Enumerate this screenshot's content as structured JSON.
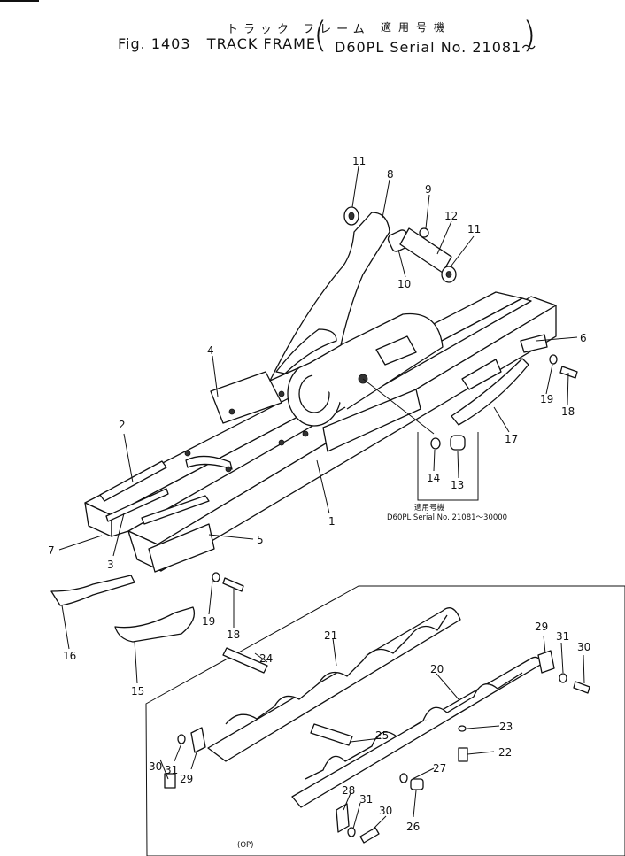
{
  "header": {
    "jp_title": "トラック フレーム",
    "figure": "Fig. 1403",
    "title": "TRACK FRAME",
    "jp_applicability": "適用号機",
    "serial": "D60PL Serial No. 21081～"
  },
  "inset_note": {
    "jp_applicability": "適用号機",
    "serial_range": "D60PL Serial No. 21081～30000"
  },
  "optional_tag": "(OP)",
  "callouts": [
    "1",
    "2",
    "3",
    "4",
    "5",
    "6",
    "7",
    "8",
    "9",
    "10",
    "11",
    "11",
    "12",
    "13",
    "14",
    "15",
    "16",
    "17",
    "18",
    "18",
    "19",
    "19",
    "20",
    "21",
    "22",
    "23",
    "24",
    "25",
    "26",
    "27",
    "28",
    "29",
    "29",
    "30",
    "30",
    "30",
    "31",
    "31",
    "31"
  ]
}
